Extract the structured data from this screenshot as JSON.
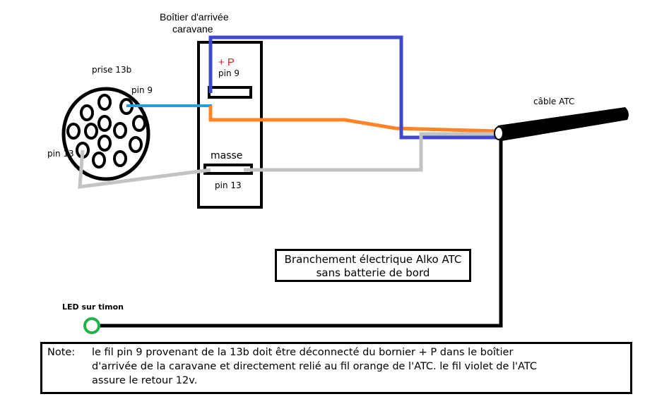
{
  "diagram": {
    "title_lines": [
      "Branchement électrique Alko ATC",
      "sans batterie de bord"
    ],
    "labels": {
      "boitier_line1": "Boîtier d'arrivée",
      "boitier_line2": "caravane",
      "prise": "prise 13b",
      "pin9_socket": "pin 9",
      "pin13_socket": "pin 13",
      "plus_p": "+ P",
      "pin9_box": "pin 9",
      "masse": "masse",
      "pin13_box": "pin 13",
      "cable": "câble ATC",
      "led": "LED sur timon"
    },
    "note": {
      "label": "Note:",
      "lines": [
        "le fil pin 9 provenant de la 13b doit être déconnecté du bornier + P dans le boîtier",
        "d'arrivée de la caravane et directement relié au fil orange de l'ATC. le fil violet de l'ATC",
        "assure le retour 12v."
      ]
    },
    "wires": [
      {
        "name": "pin9-wire",
        "color": "#1aa3e0"
      },
      {
        "name": "orange-wire",
        "color": "#ff8427"
      },
      {
        "name": "violet-wire",
        "color": "#3f48cc"
      },
      {
        "name": "ground-wire",
        "color": "#c3c3c3"
      },
      {
        "name": "led-wire",
        "color": "#000000"
      }
    ],
    "colors": {
      "plus_p": "#ed1c24",
      "led": "#22b14c"
    }
  }
}
